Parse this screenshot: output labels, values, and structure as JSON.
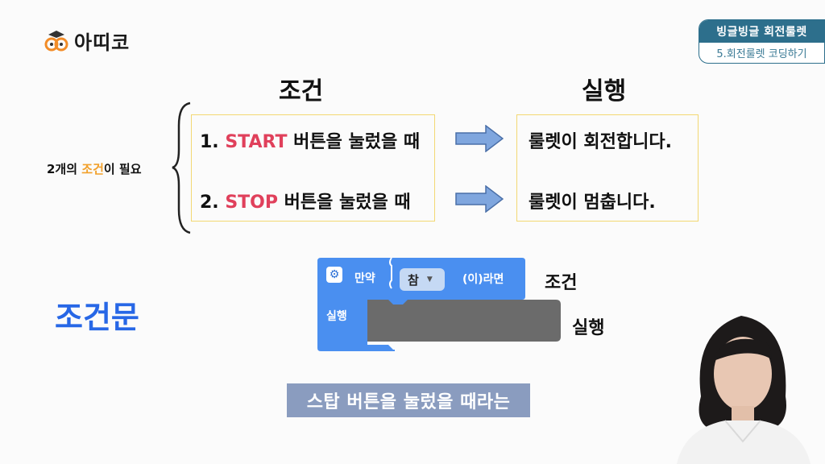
{
  "brand": {
    "name": "아띠코"
  },
  "course": {
    "title": "빙글빙글 회전룰렛",
    "lesson": "5.회전룰렛 코딩하기"
  },
  "headings": {
    "condition": "조건",
    "action": "실행"
  },
  "side_label": {
    "prefix": "2개의 ",
    "highlight": "조건",
    "suffix": "이 필요"
  },
  "conditions": [
    {
      "num": "1. ",
      "keyword": "START",
      "rest": " 버튼을 눌렀을 때"
    },
    {
      "num": "2. ",
      "keyword": "STOP",
      "rest": " 버튼을 눌렀을 때"
    }
  ],
  "actions": [
    "룰렛이 회전합니다.",
    "룰렛이 멈춥니다."
  ],
  "concept": "조건문",
  "block": {
    "if_label": "만약",
    "bool_value": "참",
    "then_label": "(이)라면",
    "do_label": "실행"
  },
  "block_notes": {
    "condition": "조건",
    "action": "실행"
  },
  "caption": "스탑 버튼을 눌렀을 때라는",
  "colors": {
    "block": "#4a8ff0",
    "keyword": "#e0405b",
    "highlight": "#f2a12c",
    "concept": "#2767e6",
    "badge": "#2d6f8c"
  }
}
